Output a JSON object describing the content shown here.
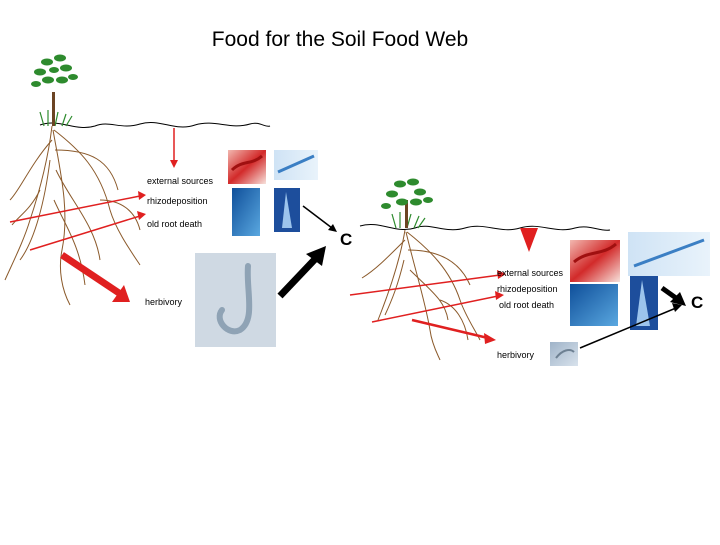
{
  "title": "Food for the Soil Food Web",
  "panel_left": {
    "labels": [
      "external sources",
      "rhizodeposition",
      "old root death",
      "herbivory"
    ],
    "carbon": "C"
  },
  "panel_right": {
    "labels": [
      "external sources",
      "rhizodeposition",
      "old root death",
      "herbivory"
    ],
    "carbon": "C"
  },
  "colors": {
    "arrow_red": "#e02020",
    "arrow_black": "#000000",
    "root_brown": "#8b5a2b",
    "leaf_green": "#2e8b2e",
    "water_blue": "#1c6fb8",
    "tissue_red": "#d83030"
  },
  "images": [
    "tissue-photo",
    "nematode-head-photo",
    "bacteria-photo",
    "nematode-tail-photo",
    "nematode-whole-photo"
  ]
}
